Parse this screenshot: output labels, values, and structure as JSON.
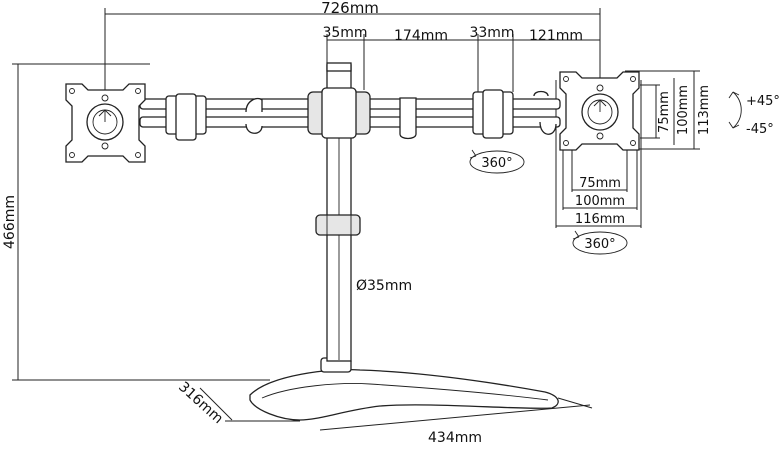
{
  "dimensions": {
    "overall_width": "726mm",
    "arm_section_a": "35mm",
    "arm_section_b": "174mm",
    "arm_section_c": "33mm",
    "arm_section_d": "121mm",
    "height": "466mm",
    "pole_diameter": "Ø35mm",
    "base_depth": "316mm",
    "base_width": "434mm",
    "vesa_75_vertical": "75mm",
    "vesa_100_vertical": "100mm",
    "plate_vertical": "113mm",
    "vesa_75_horizontal": "75mm",
    "vesa_100_horizontal": "100mm",
    "plate_horizontal": "116mm"
  },
  "rotation": {
    "arm_swivel": "360°",
    "plate_rotate": "360°",
    "tilt_up": "+45°",
    "tilt_down": "-45°"
  }
}
